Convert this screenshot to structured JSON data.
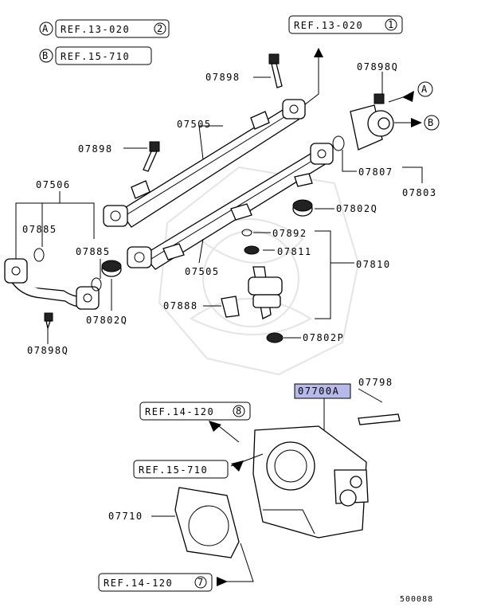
{
  "legend": [
    {
      "letter": "A",
      "ref": "REF.13-020",
      "num": "2"
    },
    {
      "letter": "B",
      "ref": "REF.15-710",
      "num": ""
    }
  ],
  "refs": {
    "top_right": {
      "text": "REF.13-020",
      "num": "1"
    },
    "mid_left": {
      "text": "REF.14-120",
      "num": "8"
    },
    "mid_left2": {
      "text": "REF.15-710",
      "num": ""
    },
    "bottom_left": {
      "text": "REF.14-120",
      "num": "7"
    }
  },
  "arrows": {
    "a": "A",
    "b": "B"
  },
  "parts": {
    "p07898_top": "07898",
    "p07898q_top": "07898Q",
    "p07505_top": "07505",
    "p07898_left": "07898",
    "p07807": "07807",
    "p07803": "07803",
    "p07506": "07506",
    "p07802q_right": "07802Q",
    "p07885_a": "07885",
    "p07892": "07892",
    "p07885_b": "07885",
    "p07811": "07811",
    "p07505_bot": "07505",
    "p07810": "07810",
    "p07888": "07888",
    "p07802q_left": "07802Q",
    "p07802p": "07802P",
    "p07898q_bot": "07898Q",
    "p07700a": "07700A",
    "p07798": "07798",
    "p07710": "07710"
  },
  "diagram_id": "500088",
  "colors": {
    "highlight": "#b7b9e8",
    "watermark": "#e4e4e4"
  }
}
